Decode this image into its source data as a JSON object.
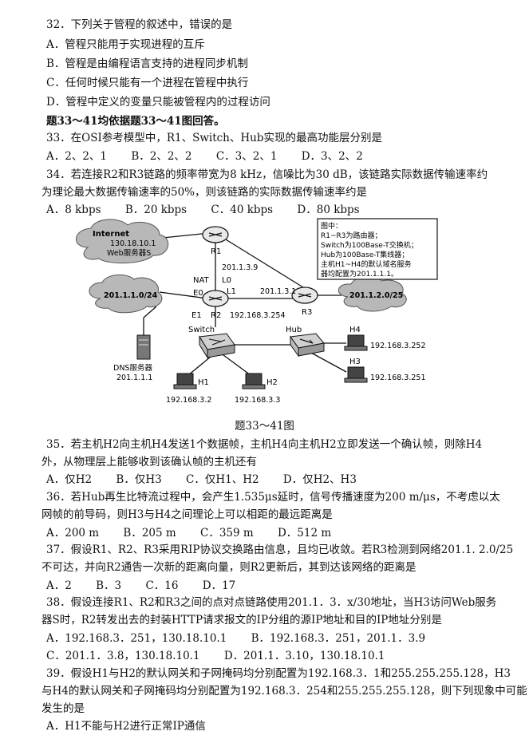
{
  "q32": {
    "stem": "32．下列关于管程的叙述中，错误的是",
    "a": "A．管程只能用于实现进程的互斥",
    "b": "B．管程是由编程语言支持的进程同步机制",
    "c": "C．任何时候只能有一个进程在管程中执行",
    "d": "D．管程中定义的变量只能被管程内的过程访问"
  },
  "group_note": "题33～41均依据题33～41图回答。",
  "q33": {
    "stem": "33．在OSI参考模型中，R1、Switch、Hub实现的最高功能层分别是",
    "options": [
      "A．2、2、1",
      "B．2、2、2",
      "C．3、2、1",
      "D．3、2、2"
    ]
  },
  "q34": {
    "stem1": "34．若连接R2和R3链路的频率带宽为8 kHz，信噪比为30 dB，该链路实际数据传输速率约",
    "stem2": "为理论最大数据传输速率的50%，则该链路的实际数据传输速率约是",
    "options": [
      "A．8 kbps",
      "B．20 kbps",
      "C．40 kbps",
      "D．80 kbps"
    ]
  },
  "figure": {
    "internet": "Internet",
    "server_ip": "130.18.10.1",
    "server_name": "Web服务器S",
    "r1": "R1",
    "r2": "R2",
    "r3": "R3",
    "r1_r2_ip": "201.1.3.9",
    "nat": "NAT",
    "l0": "L0",
    "e0": "E0",
    "l1": "L1",
    "e1": "E1",
    "r3_ip": "201.1.3.1",
    "net_left": "201.1.1.0/24",
    "net_right": "201.1.2.0/25",
    "r2_e1_ip": "192.168.3.254",
    "switch": "Switch",
    "hub": "Hub",
    "dns_label": "DNS服务器",
    "dns_ip": "201.1.1.1",
    "h1": "H1",
    "h1_ip": "192.168.3.2",
    "h2": "H2",
    "h2_ip": "192.168.3.3",
    "h3": "H3",
    "h3_ip": "192.168.3.251",
    "h4": "H4",
    "h4_ip": "192.168.3.252",
    "legend": [
      "图中：",
      "R1~R3为路由器；",
      "Switch为100Base-T交换机；",
      "Hub为100Base-T集线器；",
      "主机H1~H4的默认域名服务",
      "器均配置为201.1.1.1。"
    ],
    "caption": "题33～41图"
  },
  "q35": {
    "stem1": "35．若主机H2向主机H4发送1个数据帧，主机H4向主机H2立即发送一个确认帧，则除H4",
    "stem2": "外，从物理层上能够收到该确认帧的主机还有",
    "options": [
      "A．仅H2",
      "B．仅H3",
      "C．仅H1、H2",
      "D．仅H2、H3"
    ]
  },
  "q36": {
    "stem1": "36．若Hub再生比特流过程中，会产生1.535μs延时，信号传播速度为200 m/μs，不考虑以太",
    "stem2": "网帧的前导码，则H3与H4之间理论上可以相距的最远距离是",
    "options": [
      "A．200 m",
      "B．205 m",
      "C．359 m",
      "D．512 m"
    ]
  },
  "q37": {
    "stem1": "37．假设R1、R2、R3采用RIP协议交换路由信息，且均已收敛。若R3检测到网络201.1. 2.0/25",
    "stem2": "不可达，并向R2通告一次新的距离向量，则R2更新后，其到达该网络的距离是",
    "options": [
      "A．2",
      "B．3",
      "C．16",
      "D．17"
    ]
  },
  "q38": {
    "stem1": "38．假设连接R1、R2和R3之间的点对点链路使用201.1．3．x/30地址，当H3访问Web服务",
    "stem2": "器S时，R2转发出去的封装HTTP请求报文的IP分组的源IP地址和目的IP地址分别是",
    "options_row1": [
      "A．192.168.3．251，130.18.10.1",
      "B．192.168.3．251，201.1．3.9"
    ],
    "options_row2": [
      "C．201.1．3.8，130.18.10.1",
      "D．201.1．3.10，130.18.10.1"
    ]
  },
  "q39": {
    "stem1": "39．假设H1与H2的默认网关和子网掩码均分别配置为192.168.3．1和255.255.255.128，H3",
    "stem2": "与H4的默认网关和子网掩码均分别配置为192.168.3．254和255.255.255.128，则下列现象中可能",
    "stem3": "发生的是",
    "a": "A．H1不能与H2进行正常IP通信"
  }
}
